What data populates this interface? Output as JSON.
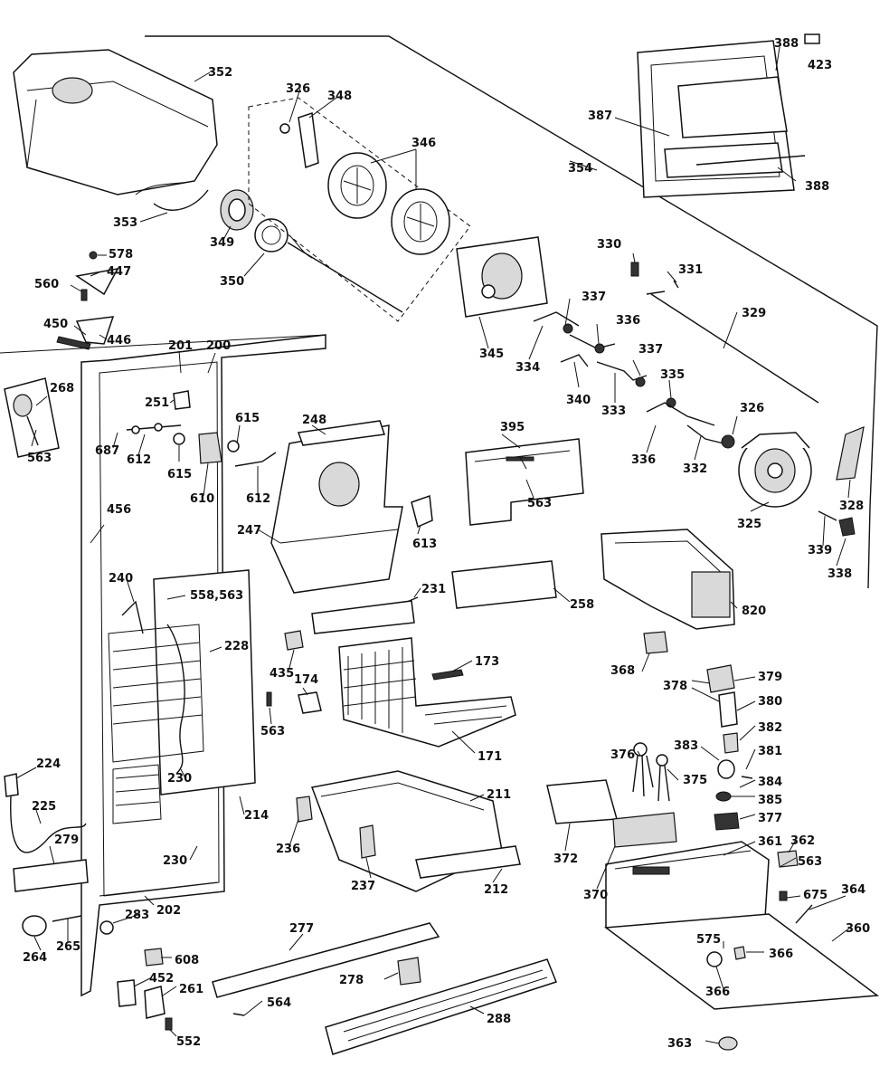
{
  "header": {
    "text": ""
  },
  "labels": {
    "l352": "352",
    "l326a": "326",
    "l348": "348",
    "l346a": "346",
    "l388a": "388",
    "l423": "423",
    "l387": "387",
    "l354": "354",
    "l388b": "388",
    "l353": "353",
    "l349": "349",
    "l350": "350",
    "l578": "578",
    "l447": "447",
    "l560": "560",
    "l450": "450",
    "l446": "446",
    "l345": "345",
    "l330": "330",
    "l331": "331",
    "l337a": "337",
    "l336a": "336",
    "l334": "334",
    "l329": "329",
    "l201": "201",
    "l200": "200",
    "l268": "268",
    "l251": "251",
    "l337b": "337",
    "l335": "335",
    "l340": "340",
    "l333": "333",
    "l326b": "326",
    "l687": "687",
    "l612a": "612",
    "l615a": "615",
    "l615b": "615",
    "l248": "248",
    "l563a": "563",
    "l395": "395",
    "l336b": "336",
    "l332": "332",
    "l328": "328",
    "l610": "610",
    "l612b": "612",
    "l563b": "563",
    "l325": "325",
    "l456": "456",
    "l247": "247",
    "l613": "613",
    "l339": "339",
    "l338": "338",
    "l240": "240",
    "l558": "558,563",
    "l231": "231",
    "l258": "258",
    "l820": "820",
    "l228": "228",
    "l435": "435",
    "l173": "173",
    "l368": "368",
    "l379": "379",
    "l378": "378",
    "l380": "380",
    "l174": "174",
    "l563c": "563",
    "l382": "382",
    "l171": "171",
    "l224": "224",
    "l383": "383",
    "l381": "381",
    "l376": "376",
    "l375": "375",
    "l230a": "230",
    "l384": "384",
    "l385": "385",
    "l225": "225",
    "l214": "214",
    "l211": "211",
    "l377": "377",
    "l279": "279",
    "l236": "236",
    "l372": "372",
    "l361": "361",
    "l362": "362",
    "l563d": "563",
    "l230b": "230",
    "l237": "237",
    "l212": "212",
    "l370": "370",
    "l675": "675",
    "l364": "364",
    "l202": "202",
    "l283": "283",
    "l265": "265",
    "l360": "360",
    "l264": "264",
    "l277": "277",
    "l575": "575",
    "l366a": "366",
    "l608": "608",
    "l278": "278",
    "l366b": "366",
    "l452": "452",
    "l261": "261",
    "l564": "564",
    "l288": "288",
    "l552": "552",
    "l363": "363"
  }
}
